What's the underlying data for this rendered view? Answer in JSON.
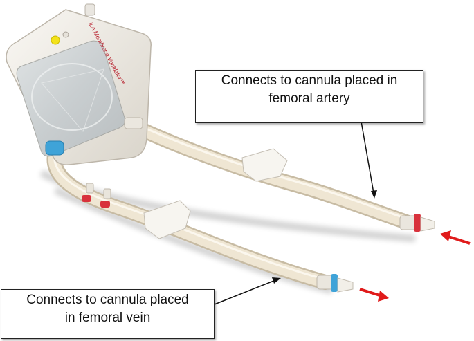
{
  "device": {
    "label": "iLA Membrane Ventilator",
    "label_color": "#b8222f"
  },
  "callouts": {
    "artery": {
      "line1": "Connects to cannula placed in",
      "line2": "femoral artery"
    },
    "vein": {
      "line1": "Connects to cannula placed",
      "line2": "in femoral vein"
    }
  },
  "colors": {
    "housing": "#f3f0ea",
    "tubing": "#ece3cf",
    "connector_blue": "#3fa3d8",
    "connector_red": "#d8323c",
    "flow_arrow": "#e01b1b",
    "port_yellow": "#f3e21a"
  },
  "icons": {
    "inflow_arrow": "red-arrow-pointing-left",
    "outflow_arrow": "red-arrow-pointing-right"
  }
}
